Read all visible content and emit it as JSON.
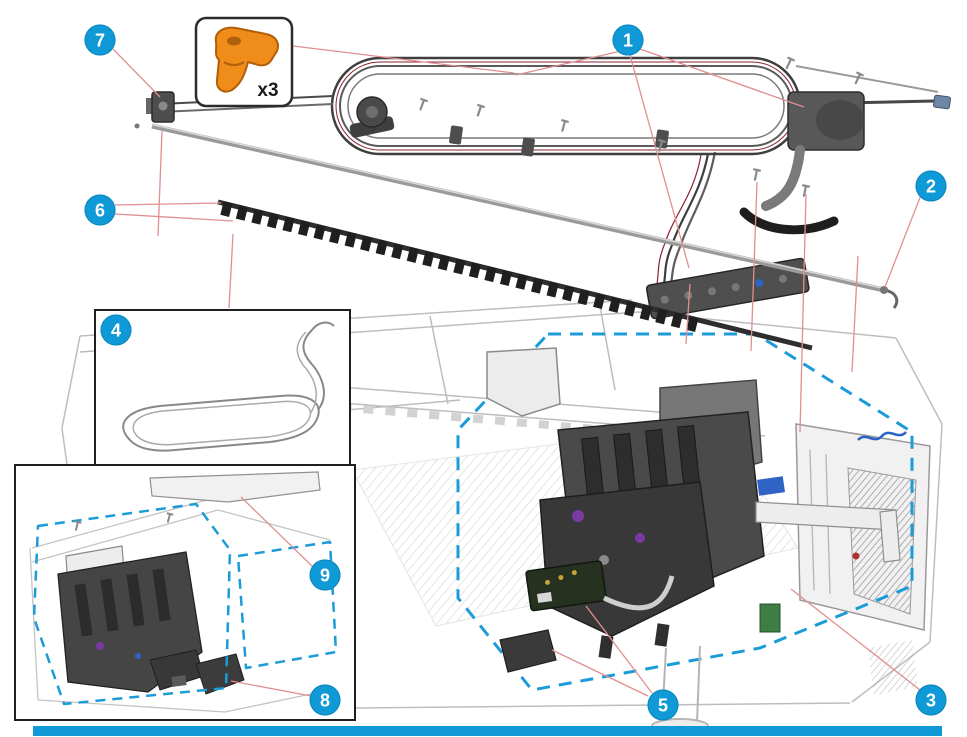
{
  "diagram": {
    "description": "Exploded-view printer service diagram with numbered part callouts",
    "quantity_label": "x3",
    "callouts": [
      {
        "id": 1,
        "label": "1"
      },
      {
        "id": 2,
        "label": "2"
      },
      {
        "id": 3,
        "label": "3"
      },
      {
        "id": 4,
        "label": "4"
      },
      {
        "id": 5,
        "label": "5"
      },
      {
        "id": 6,
        "label": "6"
      },
      {
        "id": 7,
        "label": "7"
      },
      {
        "id": 8,
        "label": "8"
      },
      {
        "id": 9,
        "label": "9"
      }
    ],
    "colors": {
      "callout_fill": "#0f9ad7",
      "callout_text": "#ffffff",
      "dashed_region": "#1b9cd8",
      "leader_line": "#e08f8f",
      "orange_part": "#ef8c1a",
      "footer_bar": "#0f9ad7",
      "line_art_dark": "#3c3c3c",
      "line_art_light": "#bdbdbd"
    }
  }
}
